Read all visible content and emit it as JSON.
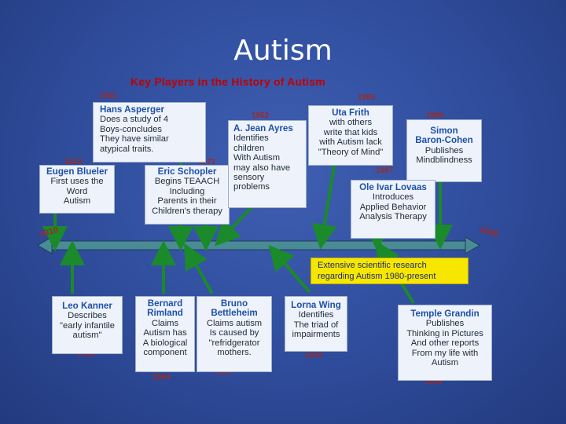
{
  "slide": {
    "title": "Autism"
  },
  "diagram": {
    "heading": "Key Players in the History of Autism",
    "timeline": {
      "start_label": "1910",
      "end_label": "2000",
      "callout": "Extensive scientific research\nregarding Autism 1980-present"
    },
    "colors": {
      "background": "#2f4c9b",
      "box": "#eef3fb",
      "arrow": "#1a8a2a",
      "timeline_bar": "#4a8c95",
      "year_text": "#9c2a26",
      "heading_text": "#c00000",
      "name_text": "#1e4fa8",
      "callout_bg": "#f7e600"
    },
    "players": [
      {
        "year": "1944",
        "name": "Hans Asperger",
        "description": "Does a study of 4\nBoys-concludes\nThey have similar\natypical traits."
      },
      {
        "year": "1910",
        "name": "Eugen Blueler",
        "description": "First uses the\nWord\nAutism"
      },
      {
        "year": "1971",
        "name": "Eric Schopler",
        "description": "Begins TEAACH\nIncluding\nParents in their\nChildren's therapy"
      },
      {
        "year": "1952",
        "name": "A. Jean Ayres",
        "description": "Identifies\nchildren\nWith Autism\nmay also have\nsensory\nproblems"
      },
      {
        "year": "1985",
        "name": "Uta Frith",
        "description": "with others\nwrite that kids\nwith Autism lack\n\"Theory of Mind\""
      },
      {
        "year": "1995",
        "name": "Simon\nBaron-Cohen",
        "description": "Publishes\nMindblindness"
      },
      {
        "year": "1987",
        "name": "Ole Ivar Lovaas",
        "description": "Introduces\nApplied Behavior\nAnalysis Therapy"
      },
      {
        "year": "1943",
        "name": "Leo Kanner",
        "description": "Describes\n\"early infantile\nautism\""
      },
      {
        "year": "1964",
        "name": "Bernard\nRimland",
        "description": "Claims\nAutism has\nA biological\ncomponent"
      },
      {
        "year": "1967",
        "name": "Bruno\nBettleheim",
        "description": "Claims autism\nIs caused by\n\"refridgerator\nmothers."
      },
      {
        "year": "1979",
        "name": "Lorna Wing",
        "description": "Identifies\nThe triad of\nimpairments"
      },
      {
        "year": "1986",
        "name": "Temple Grandin",
        "description": "Publishes\nThinking in Pictures\nAnd other reports\nFrom my life with\nAutism"
      }
    ]
  }
}
